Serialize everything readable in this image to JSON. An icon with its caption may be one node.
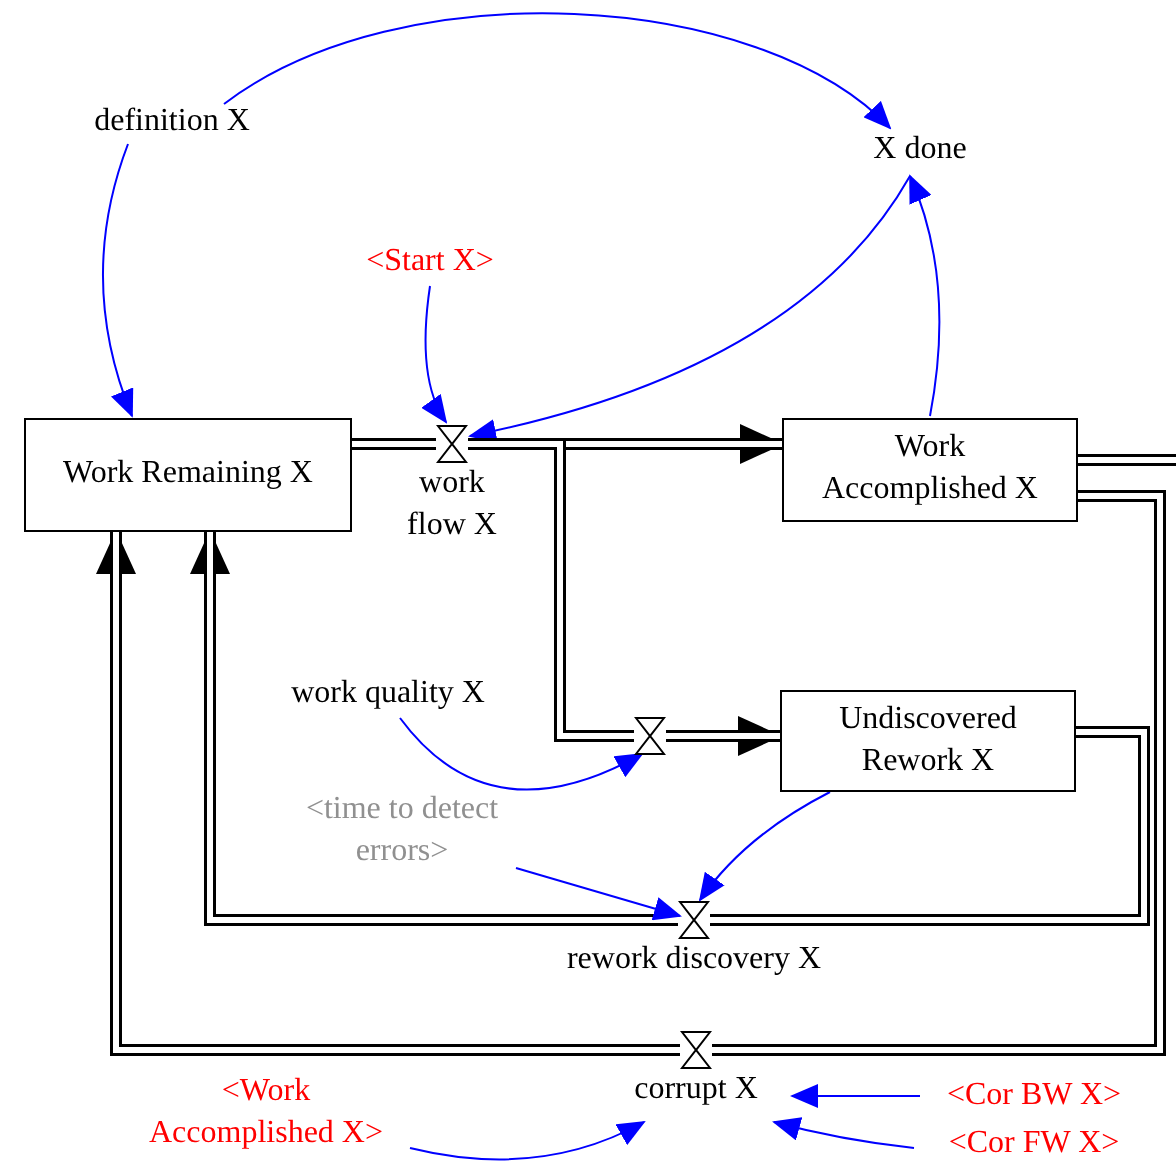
{
  "diagram": {
    "nodes": [
      {
        "text": [
          "definition X"
        ]
      },
      {
        "text": [
          "X done"
        ]
      },
      {
        "text": [
          "<Start X>"
        ]
      },
      {
        "text": [
          "Work Remaining X"
        ]
      },
      {
        "text": [
          "work flow X"
        ]
      },
      {
        "text": [
          "Work Accomplished X"
        ]
      },
      {
        "text": [
          "work quality X"
        ]
      },
      {
        "text": [],
        "shape": "valve"
      },
      {
        "text": [
          "Undiscovered Rework X"
        ]
      },
      {
        "text": [
          "<time to detect errors>"
        ]
      },
      {
        "text": [
          "rework discovery X"
        ]
      },
      {
        "text": [
          "corrupt X"
        ]
      },
      {
        "text": [
          "<Work Accomplished X>"
        ]
      },
      {
        "text": [
          "<Cor BW X>"
        ]
      },
      {
        "text": [
          "<Cor FW X>"
        ]
      }
    ],
    "edges": [
      {
        "from": 0,
        "to": 3,
        "arrow": "to"
      },
      {
        "from": 0,
        "to": 1,
        "arrow": "to"
      },
      {
        "from": 5,
        "to": 1,
        "arrow": "to"
      },
      {
        "from": 1,
        "to": 4,
        "arrow": "to"
      },
      {
        "from": 2,
        "to": 4,
        "arrow": "to"
      },
      {
        "from": 3,
        "to": 4,
        "arrow": "none",
        "style": "thick",
        "color": "#000000"
      },
      {
        "from": 4,
        "to": 5,
        "arrow": "to",
        "style": "thick",
        "color": "#000000"
      },
      {
        "from": 4,
        "to": 7,
        "arrow": "none",
        "style": "thick",
        "color": "#000000"
      },
      {
        "from": 7,
        "to": 8,
        "arrow": "to",
        "style": "thick",
        "color": "#000000"
      },
      {
        "from": 6,
        "to": 7,
        "arrow": "to"
      },
      {
        "from": 8,
        "to": 10,
        "arrow": "none",
        "style": "thick",
        "color": "#000000"
      },
      {
        "from": 10,
        "to": 3,
        "arrow": "to",
        "style": "thick",
        "color": "#000000"
      },
      {
        "from": 9,
        "to": 10,
        "arrow": "to"
      },
      {
        "from": 8,
        "to": 10,
        "arrow": "to"
      },
      {
        "from": 5,
        "to": 11,
        "arrow": "none",
        "style": "thick",
        "color": "#000000"
      },
      {
        "from": 11,
        "to": 3,
        "arrow": "to",
        "style": "thick",
        "color": "#000000"
      },
      {
        "from": 12,
        "to": 11,
        "arrow": "to"
      },
      {
        "from": 13,
        "to": 11,
        "arrow": "to"
      },
      {
        "from": 14,
        "to": 11,
        "arrow": "to"
      },
      {
        "from": 5,
        "to": null,
        "arrow": "none",
        "style": "thick",
        "color": "#000000"
      }
    ]
  }
}
